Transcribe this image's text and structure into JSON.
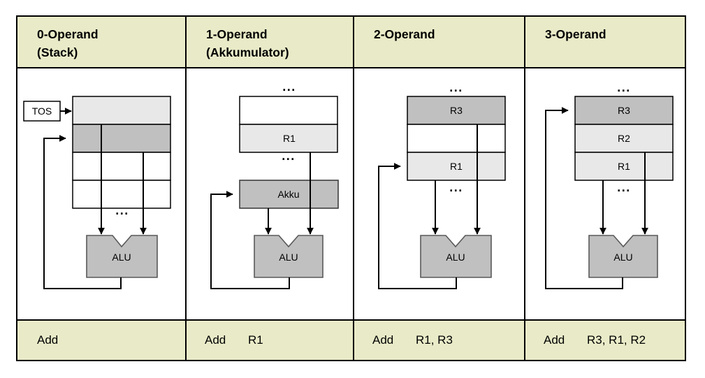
{
  "colors": {
    "band_bg": "#e9ebc8",
    "cell_light": "#e8e8e8",
    "cell_dark": "#c0c0c0",
    "cell_white": "#ffffff",
    "alu_fill": "#c0c0c0",
    "line": "#000000"
  },
  "columns": [
    {
      "header": {
        "line1": "0-Operand",
        "line2": "(Stack)"
      },
      "instruction": {
        "mnemonic": "Add",
        "operands": ""
      },
      "tos_label": "TOS",
      "alu_label": "ALU",
      "dots_bottom": "...",
      "registers": [
        {
          "label": "",
          "fill": "#e8e8e8"
        },
        {
          "label": "",
          "fill": "#c0c0c0"
        },
        {
          "label": "",
          "fill": "#ffffff"
        },
        {
          "label": "",
          "fill": "#ffffff"
        }
      ]
    },
    {
      "header": {
        "line1": "1-Operand",
        "line2": "(Akkumulator)"
      },
      "instruction": {
        "mnemonic": "Add",
        "operands": "R1"
      },
      "akku_label": "Akku",
      "alu_label": "ALU",
      "dots_top": "...",
      "dots_mid": "...",
      "registers": [
        {
          "label": "",
          "fill": "#ffffff"
        },
        {
          "label": "R1",
          "fill": "#e8e8e8"
        }
      ]
    },
    {
      "header": {
        "line1": "2-Operand",
        "line2": ""
      },
      "instruction": {
        "mnemonic": "Add",
        "operands": "R1, R3"
      },
      "alu_label": "ALU",
      "dots_top": "...",
      "dots_bottom": "...",
      "registers": [
        {
          "label": "R3",
          "fill": "#c0c0c0"
        },
        {
          "label": "",
          "fill": "#ffffff"
        },
        {
          "label": "R1",
          "fill": "#e8e8e8"
        }
      ]
    },
    {
      "header": {
        "line1": "3-Operand",
        "line2": ""
      },
      "instruction": {
        "mnemonic": "Add",
        "operands": "R3, R1, R2"
      },
      "alu_label": "ALU",
      "dots_top": "...",
      "dots_bottom": "...",
      "registers": [
        {
          "label": "R3",
          "fill": "#c0c0c0"
        },
        {
          "label": "R2",
          "fill": "#e8e8e8"
        },
        {
          "label": "R1",
          "fill": "#e8e8e8"
        }
      ]
    }
  ]
}
